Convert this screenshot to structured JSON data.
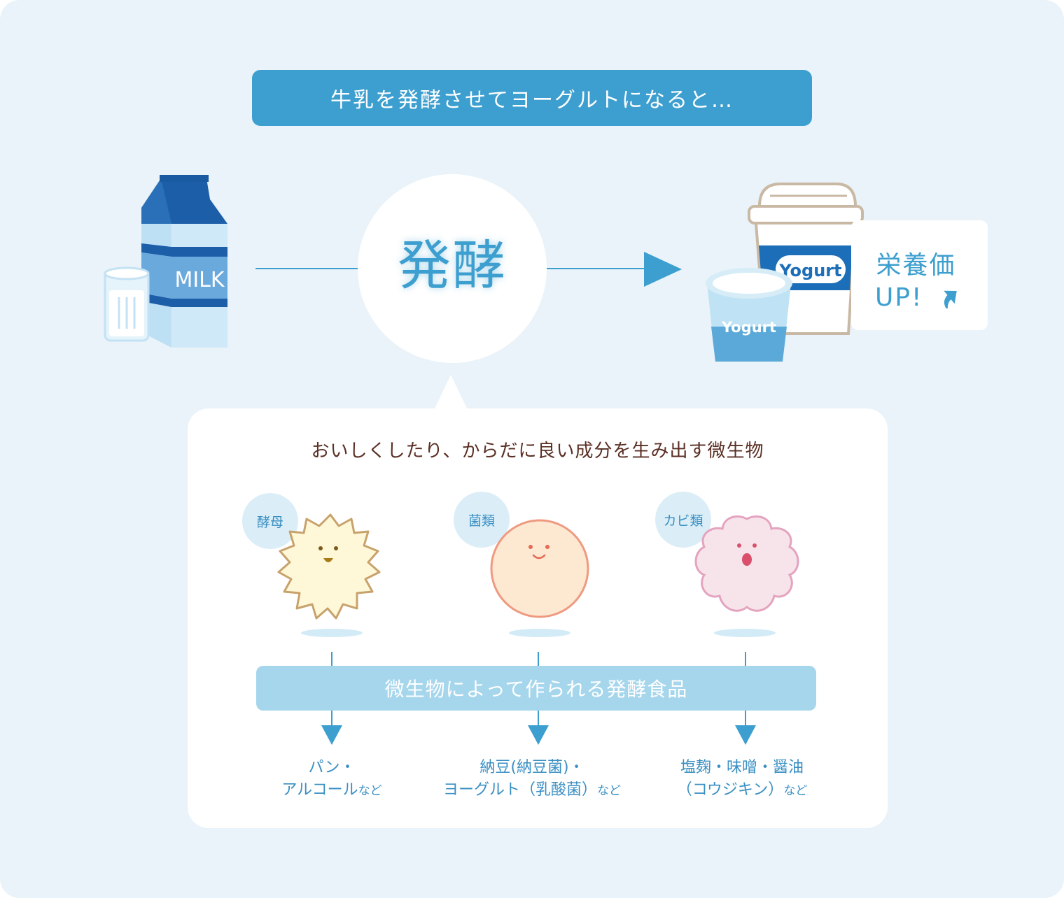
{
  "title": "牛乳を発酵させてヨーグルトになると…",
  "center": {
    "word": "発酵"
  },
  "milk": {
    "carton_label": "MILK"
  },
  "yogurt": {
    "cup_label_big": "Yogurt",
    "cup_label_small": "Yogurt"
  },
  "nutrition": {
    "line1": "栄養価",
    "line2": "UP!"
  },
  "detail": {
    "subtitle": "おいしくしたり、からだに良い成分を生み出す微生物",
    "microbes": [
      {
        "label": "酵母",
        "color": "#fff8d8",
        "border": "#c8a26b"
      },
      {
        "label": "菌類",
        "color": "#fde8d2",
        "border": "#ef9a80"
      },
      {
        "label": "カビ類",
        "color": "#f7e4ea",
        "border": "#e4a3bf"
      }
    ],
    "food_bar": "微生物によって作られる発酵食品",
    "foods": [
      {
        "line1": "パン・",
        "line2": "アルコール",
        "suffix": "など"
      },
      {
        "line1": "納豆(納豆菌)・",
        "line2": "ヨーグルト（乳酸菌）",
        "suffix": "など"
      },
      {
        "line1": "塩麹・味噌・醤油",
        "line2": "（コウジキン）",
        "suffix": "など"
      }
    ]
  },
  "colors": {
    "background": "#e9f3f9",
    "accent": "#3d9fcf",
    "light_accent": "#a6d6ec",
    "subtitle_text": "#5a2f24"
  }
}
